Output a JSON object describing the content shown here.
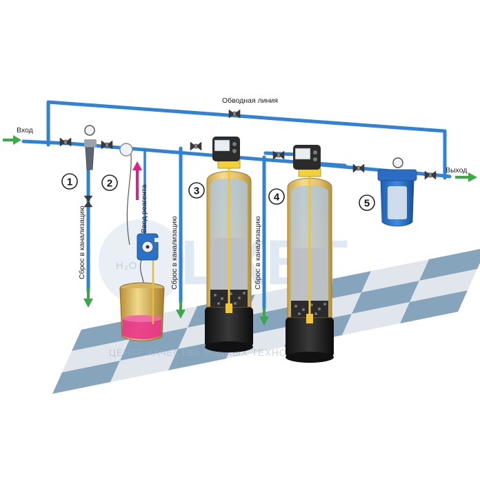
{
  "labels": {
    "inlet": "Вход",
    "outlet": "Выход",
    "bypass": "Обводная линия",
    "reagent_input": "Ввод реагента",
    "drain_1": "Сброс в канализацию",
    "drain_2": "Сброс в канализацию",
    "drain_3": "Сброс в канализацию"
  },
  "numbers": [
    "1",
    "2",
    "3",
    "4",
    "5"
  ],
  "watermark": {
    "logo": "ЦКВТ",
    "tagline": "ЦЕНТР КАЧЕСТВА ВОДНЫХ ТЕХНОЛОГИЙ",
    "mark": "H₂O"
  },
  "colors": {
    "pipe": "#2f82d6",
    "drain_arrow": "#3aa84a",
    "flow_arrow": "#35b040",
    "reagent_arrow": "#e0208a",
    "tank": "#e6c76a",
    "reagent_liquid": "#e8358c",
    "floor_tile": "#7f9fb8"
  }
}
